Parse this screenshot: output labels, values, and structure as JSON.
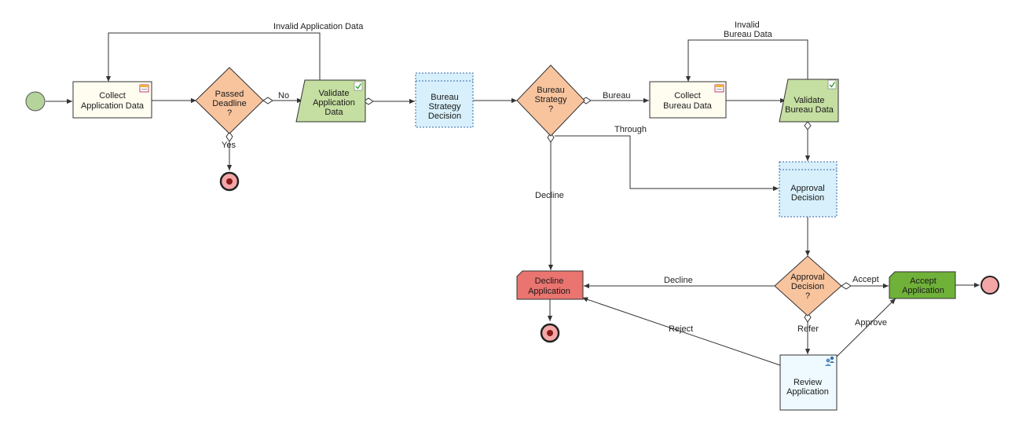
{
  "colors": {
    "start_fill": "#b5d49b",
    "end_fill": "#f4a6a6",
    "task_fill": "#fffdf0",
    "decision_fill": "#f8c49e",
    "validate_fill": "#c5dea1",
    "rule_fill": "#d8f0fb",
    "decline_fill": "#ea7470",
    "accept_fill": "#6fb139",
    "review_fill": "#eefaff",
    "stroke": "#333333"
  },
  "nodes": {
    "collect_app": {
      "line1": "Collect",
      "line2": "Application Data",
      "icon": "form-icon"
    },
    "passed_deadline": {
      "line1": "Passed",
      "line2": "Deadline",
      "line3": "?"
    },
    "validate_app": {
      "line1": "Validate",
      "line2": "Application",
      "line3": "Data",
      "icon": "check-icon"
    },
    "bureau_strategy_decision": {
      "line1": "Bureau",
      "line2": "Strategy",
      "line3": "Decision"
    },
    "bureau_strategy": {
      "line1": "Bureau",
      "line2": "Strategy",
      "line3": "?"
    },
    "collect_bureau": {
      "line1": "Collect",
      "line2": "Bureau Data",
      "icon": "form-icon"
    },
    "validate_bureau": {
      "line1": "Validate",
      "line2": "Bureau Data",
      "icon": "check-icon"
    },
    "approval_decision_rule": {
      "line1": "Approval",
      "line2": "Decision"
    },
    "approval_decision": {
      "line1": "Approval",
      "line2": "Decision",
      "line3": "?"
    },
    "decline_app": {
      "line1": "Decline",
      "line2": "Application"
    },
    "accept_app": {
      "line1": "Accept",
      "line2": "Application"
    },
    "review_app": {
      "line1": "Review",
      "line2": "Application",
      "icon": "users-icon"
    }
  },
  "edges": {
    "invalid_app_data": "Invalid Application Data",
    "no": "No",
    "yes": "Yes",
    "bureau": "Bureau",
    "through": "Through",
    "decline_1": "Decline",
    "invalid_bureau_line1": "Invalid",
    "invalid_bureau_line2": "Bureau Data",
    "decline_2": "Decline",
    "accept": "Accept",
    "refer": "Refer",
    "approve": "Approve",
    "reject": "Reject"
  }
}
